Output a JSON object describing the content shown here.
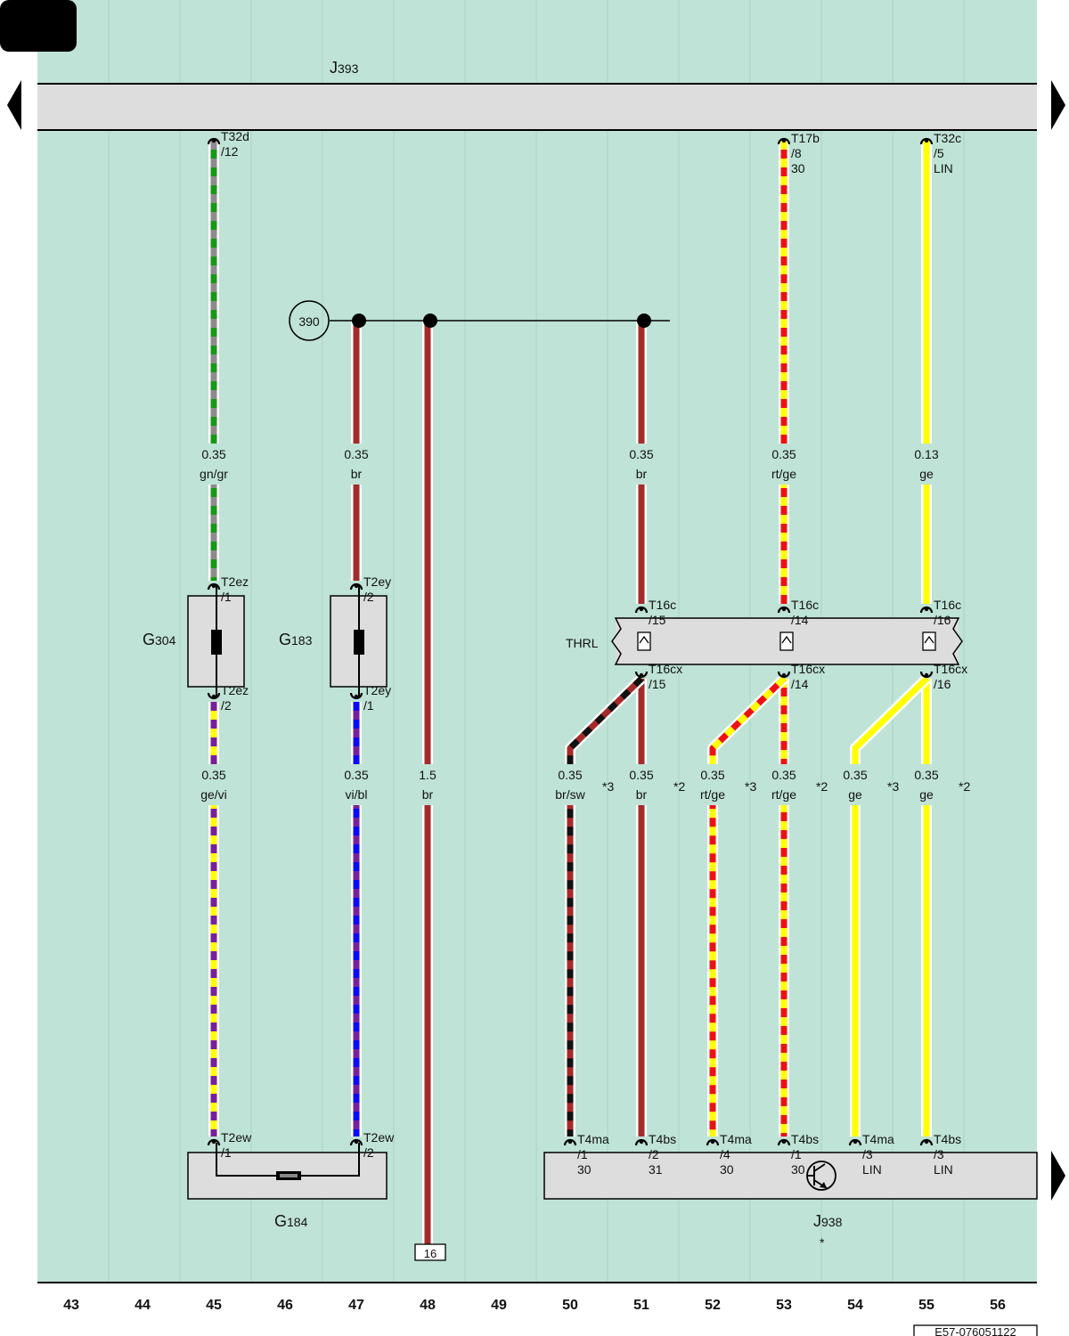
{
  "page_badge": "",
  "footer_code": "E57-076051122",
  "components": {
    "j393": {
      "prefix": "J",
      "sub": "393"
    },
    "g304": {
      "prefix": "G",
      "sub": "304"
    },
    "g183": {
      "prefix": "G",
      "sub": "183"
    },
    "g184": {
      "prefix": "G",
      "sub": "184"
    },
    "j938": {
      "prefix": "J",
      "sub": "938",
      "note": "*"
    },
    "thrl": "THRL",
    "ground_ref": "390",
    "ref_box": "16"
  },
  "connectors": [
    {
      "id": "c45t",
      "lines": [
        "T32d",
        "/12"
      ]
    },
    {
      "id": "c53t",
      "lines": [
        "T17b",
        "/8",
        "30"
      ]
    },
    {
      "id": "c55t",
      "lines": [
        "T32c",
        "/5",
        "LIN"
      ]
    },
    {
      "id": "c45a",
      "lines": [
        "T2ez",
        "/1"
      ]
    },
    {
      "id": "c45b",
      "lines": [
        "T2ez",
        "/2"
      ]
    },
    {
      "id": "c47a",
      "lines": [
        "T2ey",
        "/2"
      ]
    },
    {
      "id": "c47b",
      "lines": [
        "T2ey",
        "/1"
      ]
    },
    {
      "id": "c51a",
      "lines": [
        "T16c",
        "/15"
      ]
    },
    {
      "id": "c53a",
      "lines": [
        "T16c",
        "/14"
      ]
    },
    {
      "id": "c55a",
      "lines": [
        "T16c",
        "/16"
      ]
    },
    {
      "id": "c51b",
      "lines": [
        "T16cx",
        "/15"
      ]
    },
    {
      "id": "c53b",
      "lines": [
        "T16cx",
        "/14"
      ]
    },
    {
      "id": "c55b",
      "lines": [
        "T16cx",
        "/16"
      ]
    },
    {
      "id": "c45c",
      "lines": [
        "T2ew",
        "/1"
      ]
    },
    {
      "id": "c47c",
      "lines": [
        "T2ew",
        "/2"
      ]
    },
    {
      "id": "c50c",
      "lines": [
        "T4ma",
        "/1",
        "30"
      ]
    },
    {
      "id": "c51c",
      "lines": [
        "T4bs",
        "/2",
        "31"
      ]
    },
    {
      "id": "c52c",
      "lines": [
        "T4ma",
        "/4",
        "30"
      ]
    },
    {
      "id": "c53c",
      "lines": [
        "T4bs",
        "/1",
        "30"
      ]
    },
    {
      "id": "c54c",
      "lines": [
        "T4ma",
        "/3",
        "LIN"
      ]
    },
    {
      "id": "c55c",
      "lines": [
        "T4bs",
        "/3",
        "LIN"
      ]
    }
  ],
  "wire_labels": [
    {
      "id": "w45u",
      "size": "0.35",
      "color": "gn/gr"
    },
    {
      "id": "w47u",
      "size": "0.35",
      "color": "br"
    },
    {
      "id": "w51u",
      "size": "0.35",
      "color": "br"
    },
    {
      "id": "w53u",
      "size": "0.35",
      "color": "rt/ge"
    },
    {
      "id": "w55u",
      "size": "0.13",
      "color": "ge"
    },
    {
      "id": "w45l",
      "size": "0.35",
      "color": "ge/vi"
    },
    {
      "id": "w47l",
      "size": "0.35",
      "color": "vi/bl"
    },
    {
      "id": "w48l",
      "size": "1.5",
      "color": "br"
    },
    {
      "id": "w50l",
      "size": "0.35",
      "color": "br/sw",
      "note": "*3"
    },
    {
      "id": "w51l",
      "size": "0.35",
      "color": "br",
      "note": "*2"
    },
    {
      "id": "w52l",
      "size": "0.35",
      "color": "rt/ge",
      "note": "*3"
    },
    {
      "id": "w53l",
      "size": "0.35",
      "color": "rt/ge",
      "note": "*2"
    },
    {
      "id": "w54l",
      "size": "0.35",
      "color": "ge",
      "note": "*3"
    },
    {
      "id": "w55l",
      "size": "0.35",
      "color": "ge",
      "note": "*2"
    }
  ],
  "columns": [
    "43",
    "44",
    "45",
    "46",
    "47",
    "48",
    "49",
    "50",
    "51",
    "52",
    "53",
    "54",
    "55",
    "56"
  ],
  "colors": {
    "background": "#bfe3d6",
    "component_fill": "#dddddd",
    "br": "#a52a2a",
    "gn": "#159a15",
    "gr": "#8c8c8c",
    "rt": "#ee1111",
    "ge": "#ffff00",
    "vi": "#7a1f9a",
    "bl": "#0a0aff",
    "sw": "#111111"
  },
  "icons": [
    "nav-prev-icon",
    "nav-next-icon",
    "transistor-icon",
    "connector-pin-icon",
    "sensor-element-icon",
    "fuse-icon"
  ]
}
